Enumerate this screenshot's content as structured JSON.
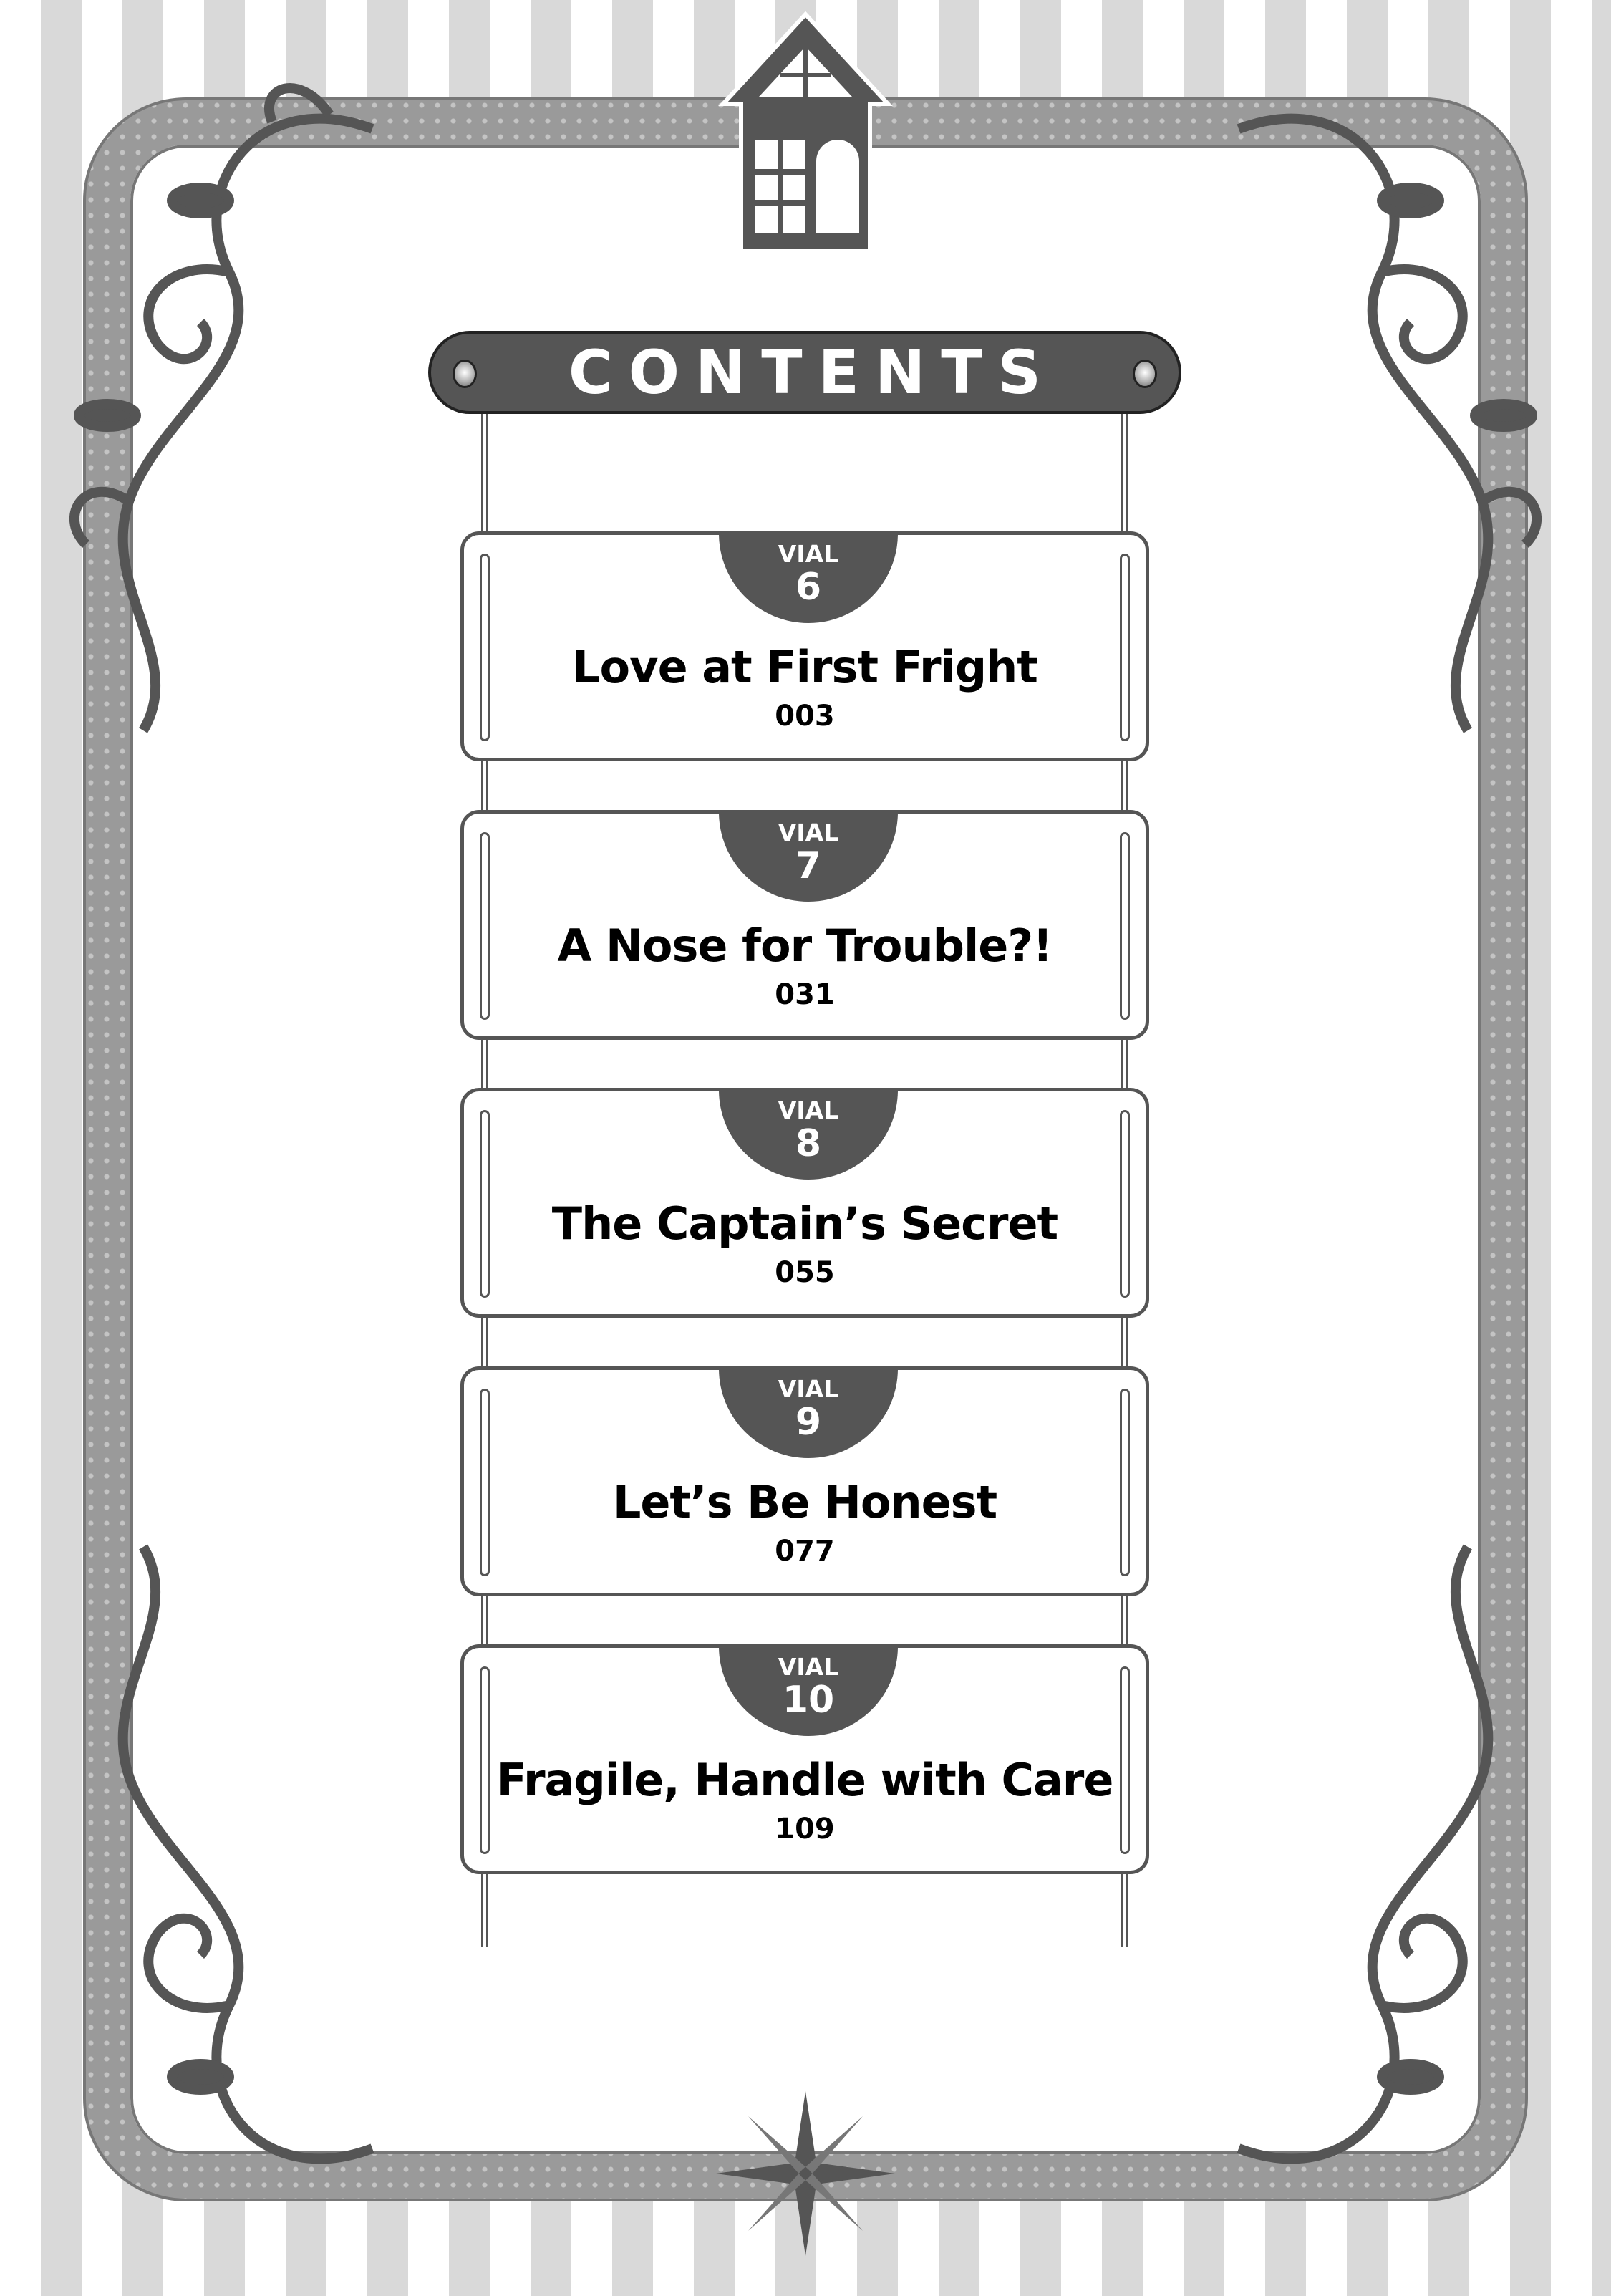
{
  "header": {
    "title": "CONTENTS"
  },
  "chapters": [
    {
      "label": "VIAL",
      "number": "6",
      "title": "Love at First Fright",
      "page": "003"
    },
    {
      "label": "VIAL",
      "number": "7",
      "title": "A Nose for Trouble?!",
      "page": "031"
    },
    {
      "label": "VIAL",
      "number": "8",
      "title": "The Captain’s Secret",
      "page": "055"
    },
    {
      "label": "VIAL",
      "number": "9",
      "title": "Let’s Be Honest",
      "page": "077"
    },
    {
      "label": "VIAL",
      "number": "10",
      "title": "Fragile, Handle with Care",
      "page": "109"
    }
  ],
  "colors": {
    "plate": "#555555",
    "border": "#9a9a9a",
    "stripe": "#d9d9d9"
  }
}
